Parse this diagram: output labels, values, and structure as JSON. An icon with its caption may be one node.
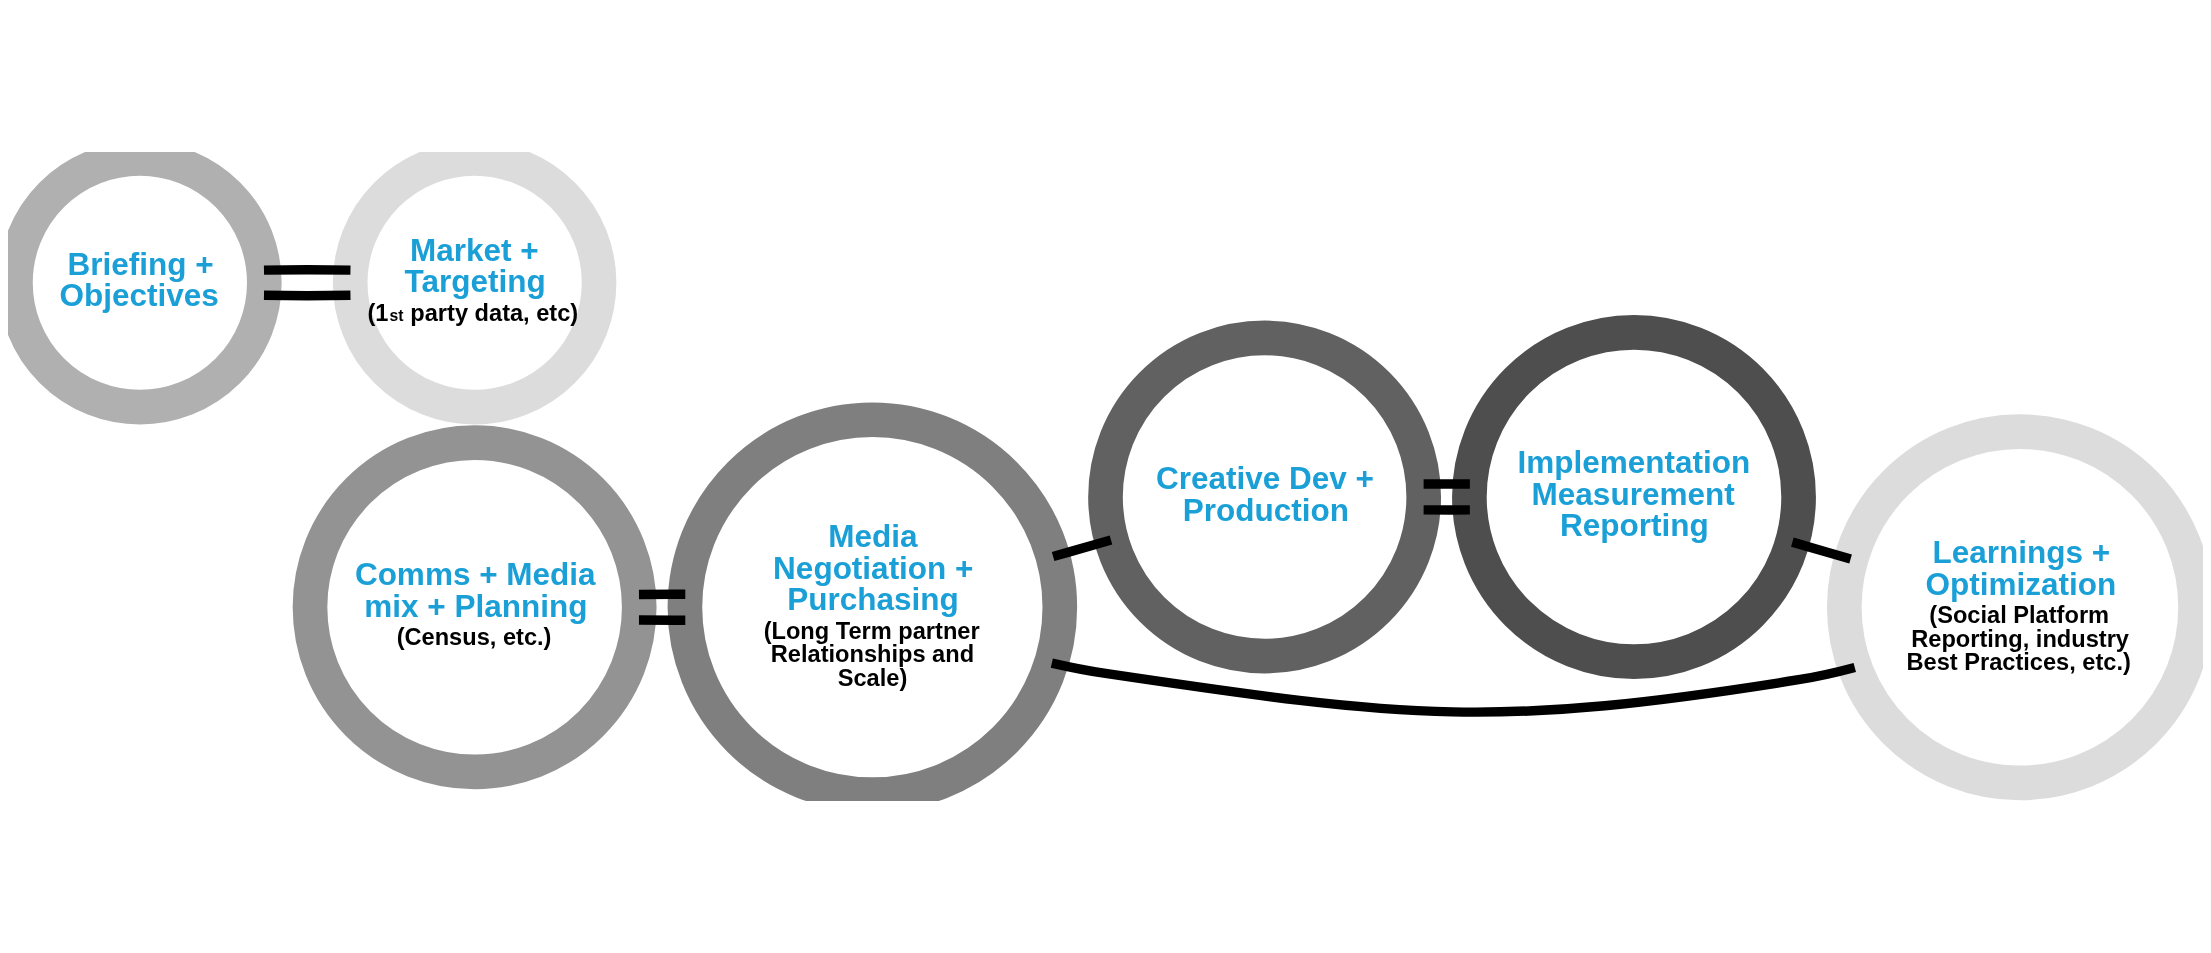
{
  "diagram": {
    "nodes": [
      {
        "text": [
          "Market + Targeting",
          "(1$^{st}$ party data, etc)"
        ]
      },
      {
        "text": [
          "Briefing + Objectives"
        ]
      },
      {
        "text": [
          "Comms + Media mix + Planning",
          "(Census, etc.)"
        ]
      },
      {
        "text": [
          "Media Negotiation + Purchasing",
          "(Long Term partner Relationships and Scale)"
        ]
      },
      {
        "text": [
          "Implementation Measurement Reporting"
        ]
      },
      {
        "text": [
          "Creative Dev + Production"
        ]
      },
      {
        "text": [
          "Learnings + Optimization",
          "(Social Platform Reporting, industry Best Practices, etc.)"
        ]
      }
    ],
    "edges": [
      {
        "from": 1,
        "to": 0,
        "arrow": "none"
      },
      {
        "from": 1,
        "to": 0,
        "arrow": "none"
      },
      {
        "from": 2,
        "to": 3,
        "arrow": "none"
      },
      {
        "from": 2,
        "to": 3,
        "arrow": "none"
      },
      {
        "from": 3,
        "to": 6,
        "arrow": "none"
      },
      {
        "from": 3,
        "to": 5,
        "arrow": "none"
      },
      {
        "from": 5,
        "to": 4,
        "arrow": "none"
      },
      {
        "from": 5,
        "to": 4,
        "arrow": "none"
      },
      {
        "from": 4,
        "to": 6,
        "arrow": "none"
      }
    ]
  }
}
